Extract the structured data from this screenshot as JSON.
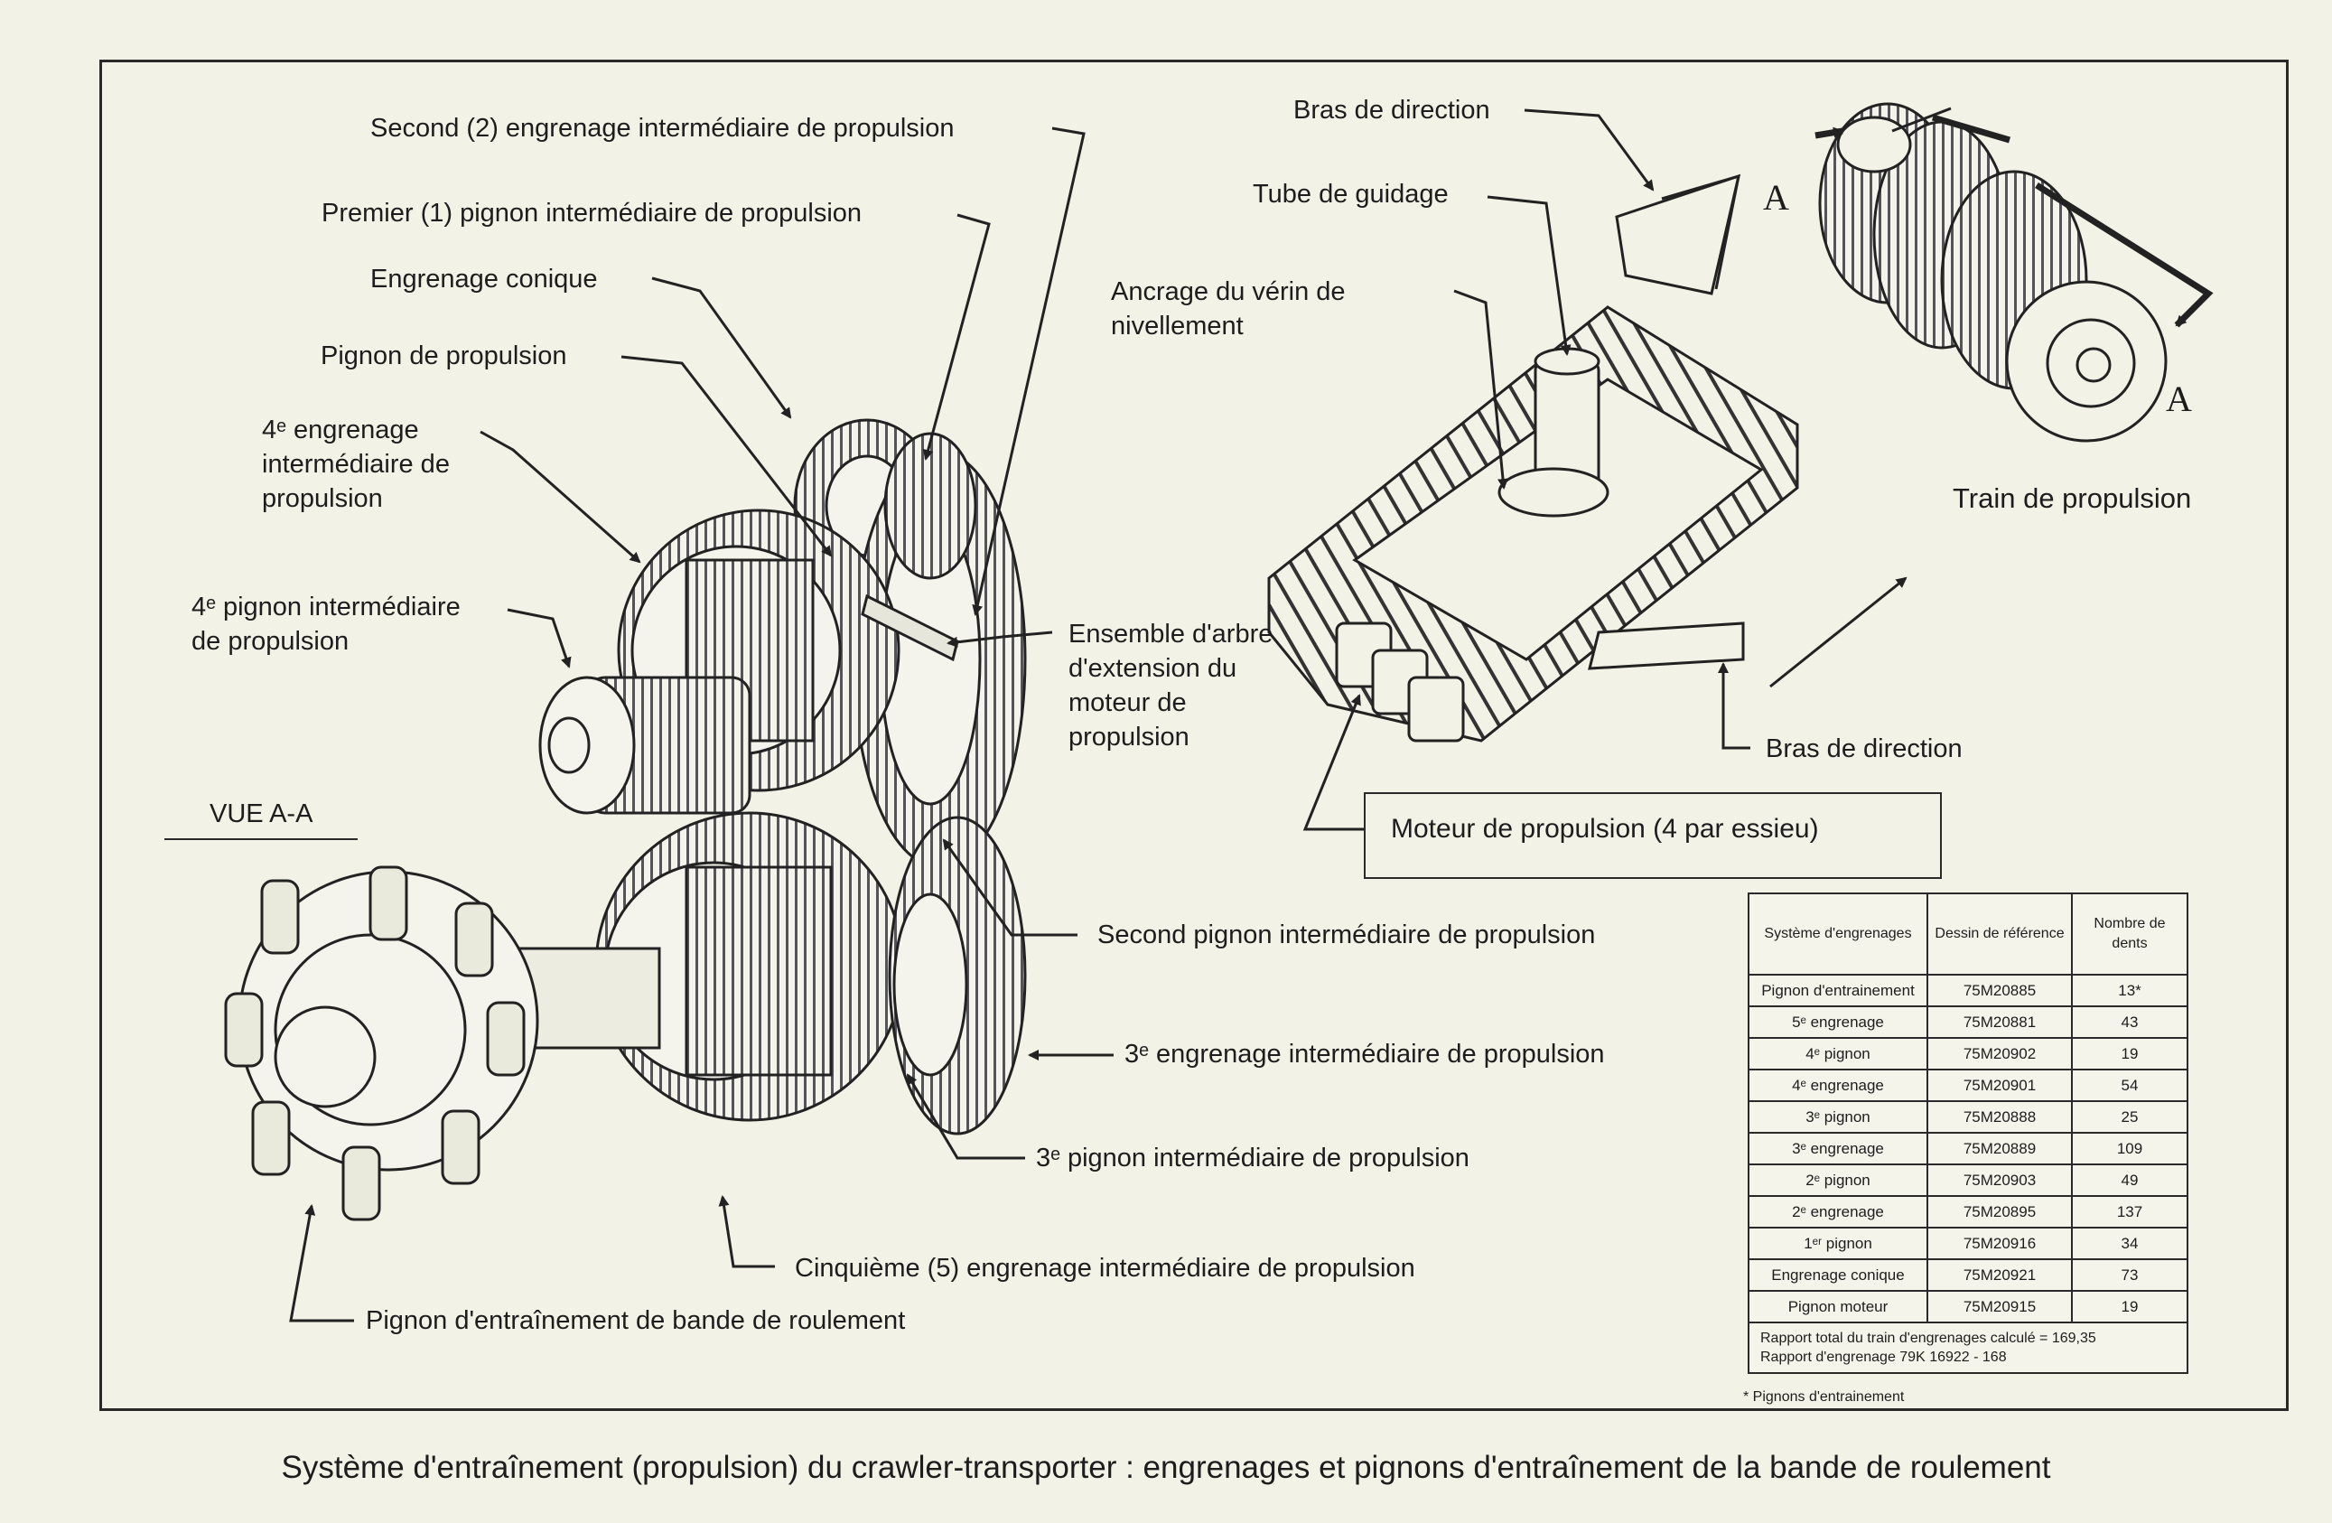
{
  "labels": {
    "second_idler_gear": "Second (2) engrenage intermédiaire de propulsion",
    "first_idler_pinion": "Premier (1) pignon intermédiaire de propulsion",
    "bevel_gear": "Engrenage conique",
    "drive_pinion": "Pignon de propulsion",
    "fourth_gear": [
      "4ᵉ engrenage",
      "intermédiaire de",
      "propulsion"
    ],
    "fourth_pinion": [
      "4ᵉ pignon intermédiaire",
      "de propulsion"
    ],
    "extension_shaft": [
      "Ensemble d'arbre",
      "d'extension du",
      "moteur de",
      "propulsion"
    ],
    "second_pinion": "Second pignon intermédiaire de propulsion",
    "third_gear": "3ᵉ engrenage intermédiaire de propulsion",
    "third_pinion": "3ᵉ pignon intermédiaire de propulsion",
    "fifth_gear": "Cinquième (5) engrenage intermédiaire de propulsion",
    "tread_sprocket": "Pignon d'entraînement de bande de roulement",
    "steering_arm_top": "Bras de direction",
    "guide_tube": "Tube de guidage",
    "leveling_anchor": [
      "Ancrage du vérin de",
      "nivellement"
    ],
    "steering_arm_bottom": "Bras de direction",
    "drive_train": "Train de propulsion",
    "motor": "Moteur de propulsion (4 par essieu)",
    "section_a1": "A",
    "section_a2": "A",
    "view_aa": "VUE A-A"
  },
  "table": {
    "headers": [
      "Système d'engrenages",
      "Dessin de référence",
      "Nombre de dents"
    ],
    "rows": [
      [
        "Pignon d'entrainement",
        "75M20885",
        "13*"
      ],
      [
        "5ᵉ engrenage",
        "75M20881",
        "43"
      ],
      [
        "4ᵉ pignon",
        "75M20902",
        "19"
      ],
      [
        "4ᵉ engrenage",
        "75M20901",
        "54"
      ],
      [
        "3ᵉ pignon",
        "75M20888",
        "25"
      ],
      [
        "3ᵉ engrenage",
        "75M20889",
        "109"
      ],
      [
        "2ᵉ pignon",
        "75M20903",
        "49"
      ],
      [
        "2ᵉ engrenage",
        "75M20895",
        "137"
      ],
      [
        "1ᵉʳ pignon",
        "75M20916",
        "34"
      ],
      [
        "Engrenage conique",
        "75M20921",
        "73"
      ],
      [
        "Pignon moteur",
        "75M20915",
        "19"
      ]
    ],
    "note_1": "Rapport total du train d'engrenages calculé = 169,35",
    "note_2": "Rapport d'engrenage 79K 16922 - 168"
  },
  "footnote": "* Pignons d'entrainement",
  "caption": "Système d'entraînement (propulsion) du crawler-transporter : engrenages et pignons d'entraînement de la bande de roulement"
}
